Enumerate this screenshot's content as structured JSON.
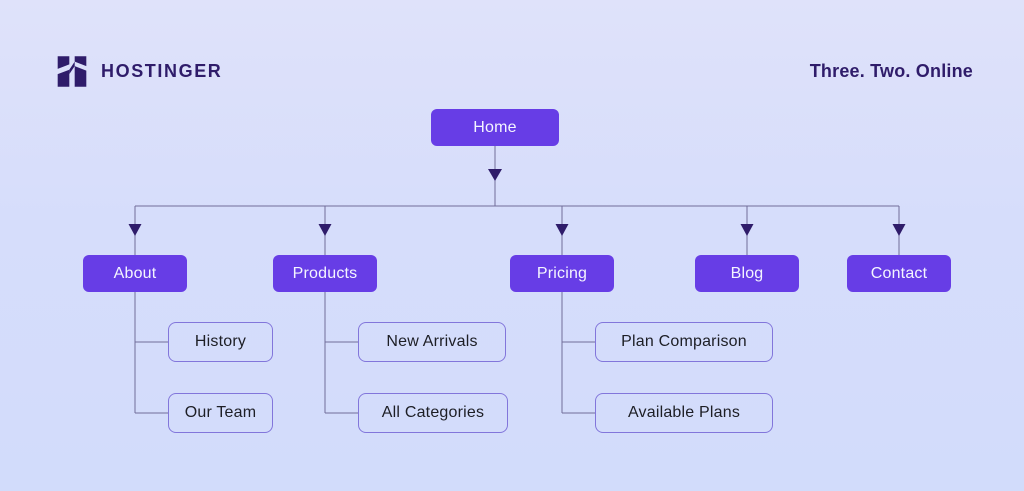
{
  "brand": {
    "logo_icon": "hostinger-h-logo",
    "name": "HOSTINGER",
    "tagline": "Three. Two. Online"
  },
  "colors": {
    "background_top": "#dfe2fa",
    "background_bottom": "#d2dcfb",
    "primary_purple": "#673DE6",
    "dark_purple": "#2F1C6A",
    "connector_line": "#716d9a",
    "child_box_border": "#8276db",
    "child_box_text": "#1d1e25",
    "purple_box_text": "#f4f5ff"
  },
  "sitemap": {
    "root": {
      "label": "Home"
    },
    "branches": [
      {
        "label": "About",
        "children": [
          {
            "label": "History"
          },
          {
            "label": "Our Team"
          }
        ]
      },
      {
        "label": "Products",
        "children": [
          {
            "label": "New Arrivals"
          },
          {
            "label": "All Categories"
          }
        ]
      },
      {
        "label": "Pricing",
        "children": [
          {
            "label": "Plan Comparison"
          },
          {
            "label": "Available Plans"
          }
        ]
      },
      {
        "label": "Blog",
        "children": []
      },
      {
        "label": "Contact",
        "children": []
      }
    ]
  }
}
